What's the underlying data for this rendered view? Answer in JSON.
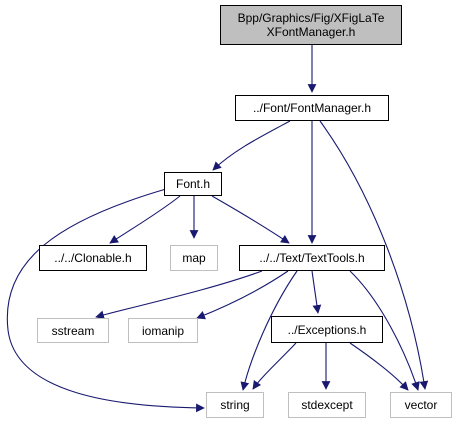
{
  "graph": {
    "root": {
      "line1": "Bpp/Graphics/Fig/XFigLaTe",
      "line2": "XFontManager.h"
    },
    "nodes": {
      "fontmanager": "../Font/FontManager.h",
      "font": "Font.h",
      "clonable": "../../Clonable.h",
      "map": "map",
      "texttools": "../../Text/TextTools.h",
      "sstream": "sstream",
      "iomanip": "iomanip",
      "exceptions": "../Exceptions.h",
      "string": "string",
      "stdexcept": "stdexcept",
      "vector": "vector"
    }
  },
  "colors": {
    "edge": "#191970",
    "root_fill": "#bfbfbf",
    "node_border": "#000000",
    "system_border": "#bfbfbf"
  }
}
